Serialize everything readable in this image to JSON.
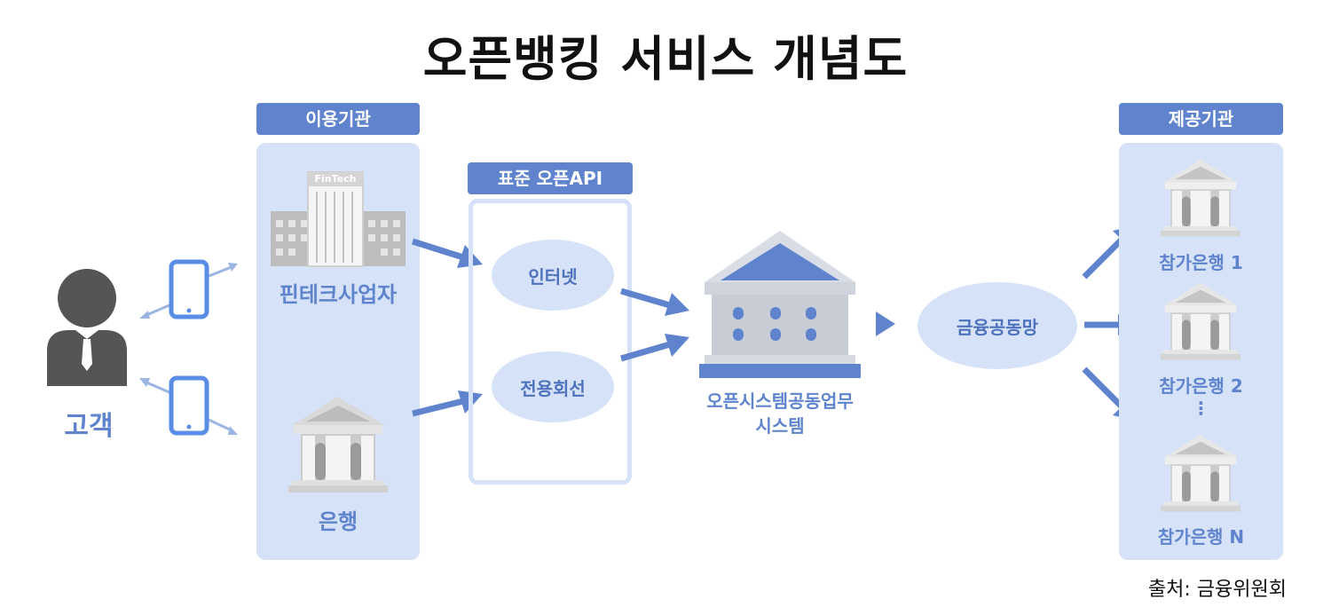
{
  "title": "오픈뱅킹 서비스 개념도",
  "customer": {
    "label": "고객"
  },
  "user_institutions": {
    "header": "이용기관",
    "fintech_sign": "FinTech",
    "fintech_label": "핀테크사업자",
    "bank_label": "은행"
  },
  "standard_api": {
    "header": "표준 오픈API",
    "internet": "인터넷",
    "dedicated_line": "전용회선"
  },
  "central_system": {
    "line1": "오픈시스템공동업무",
    "line2": "시스템"
  },
  "network": {
    "label": "금융공동망"
  },
  "providers": {
    "header": "제공기관",
    "bank1": "참가은행 1",
    "bank2": "참가은행 2",
    "ellipsis": "⋮",
    "bankN": "참가은행 N"
  },
  "source": "출처: 금융위원회",
  "colors": {
    "accent": "#5f84cd",
    "panel": "#d5e2f7",
    "gray": "#8a8a8a"
  }
}
